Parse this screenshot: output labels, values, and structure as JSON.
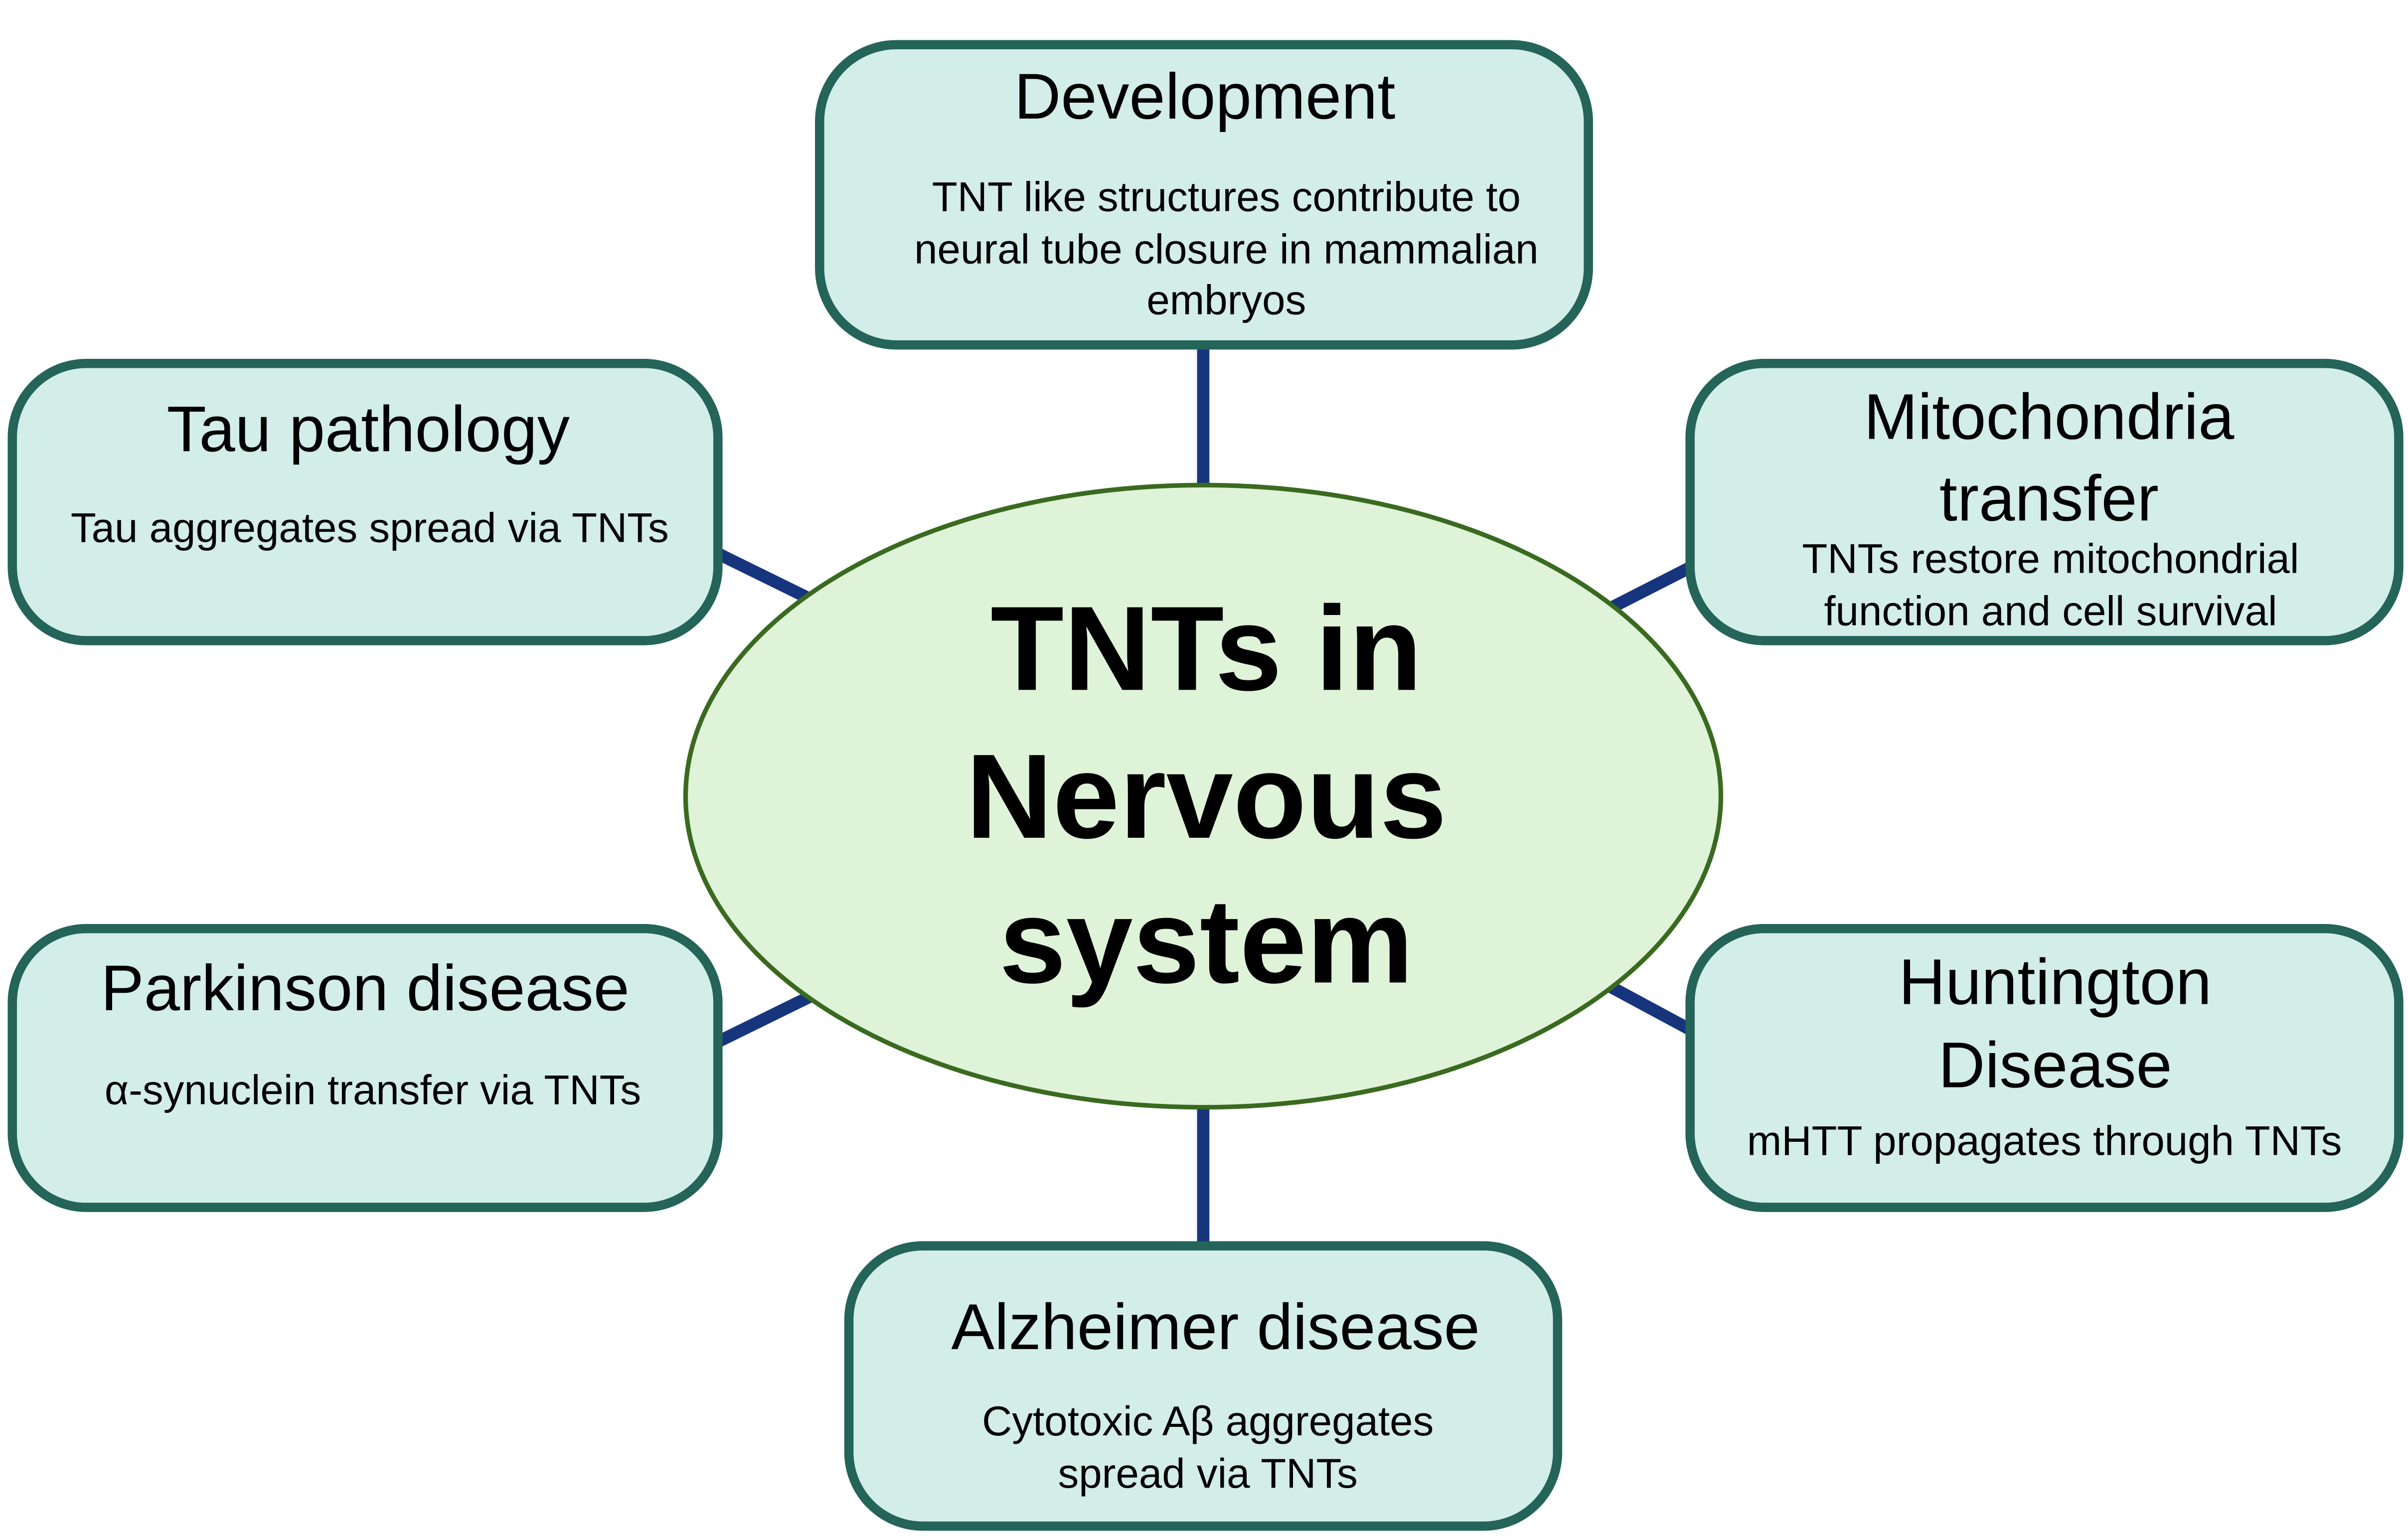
{
  "colors": {
    "box_fill": "#d3ede9",
    "box_stroke": "#246459",
    "connector": "#16357d",
    "ellipse_fill": "#dff3d8",
    "ellipse_stroke": "#3a6a20"
  },
  "center": {
    "lines": [
      "TNTs in",
      "Nervous",
      "system"
    ]
  },
  "nodes": {
    "development": {
      "title": [
        "Development"
      ],
      "body": [
        "TNT like structures contribute to",
        "neural tube closure in mammalian",
        "embryos"
      ]
    },
    "tau": {
      "title": [
        "Tau pathology"
      ],
      "body": [
        "Tau aggregates spread via TNTs"
      ]
    },
    "mito": {
      "title": [
        "Mitochondria",
        "transfer"
      ],
      "body": [
        "TNTs restore mitochondrial",
        "function and cell survival"
      ]
    },
    "parkinson": {
      "title": [
        "Parkinson disease"
      ],
      "body": [
        "α-synuclein transfer via TNTs"
      ]
    },
    "huntington": {
      "title": [
        "Huntington",
        "Disease"
      ],
      "body": [
        "mHTT propagates through TNTs"
      ]
    },
    "alzheimer": {
      "title": [
        "Alzheimer disease"
      ],
      "body": [
        "Cytotoxic Aβ aggregates",
        "spread via TNTs"
      ]
    }
  }
}
